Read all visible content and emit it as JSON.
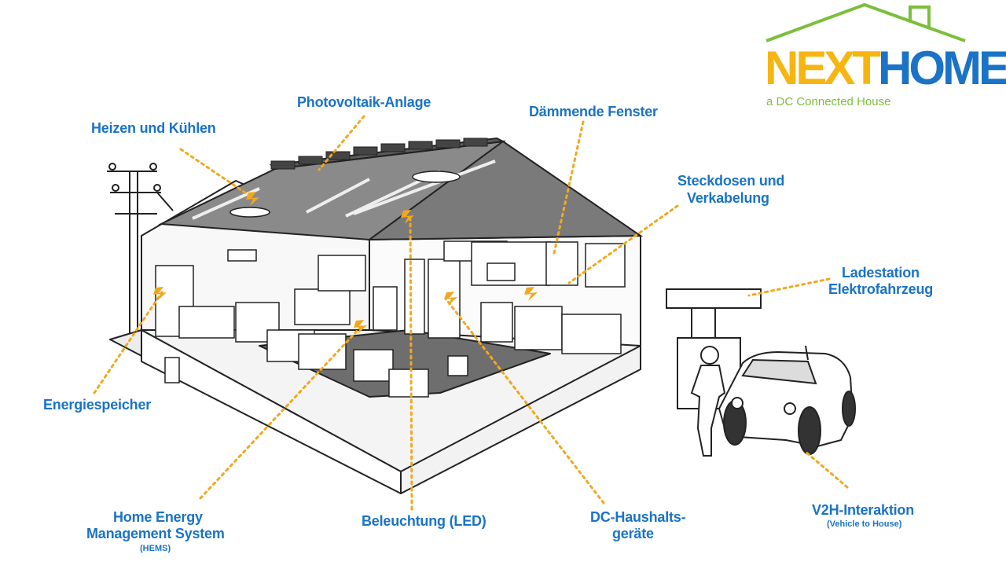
{
  "logo": {
    "word1": "NEXT",
    "word2": "HOME",
    "tagline": "a DC Connected House",
    "colors": {
      "next": "#f7b512",
      "home": "#1a73c6",
      "roof": "#7bbf3b"
    }
  },
  "labels": {
    "heizen": "Heizen und Kühlen",
    "pv": "Photovoltaik-Anlage",
    "fenster": "Dämmende Fenster",
    "steckdosen_1": "Steckdosen und",
    "steckdosen_2": "Verkabelung",
    "ladestation_1": "Ladestation",
    "ladestation_2": "Elektrofahrzeug",
    "energiespeicher": "Energiespeicher",
    "hems_1": "Home Energy",
    "hems_2": "Management System",
    "hems_sub": "(HEMS)",
    "led": "Beleuchtung (LED)",
    "dc_1": "DC-Haushalts-",
    "dc_2": "geräte",
    "v2h": "V2H-Interaktion",
    "v2h_sub": "(Vehicle to House)"
  },
  "colors": {
    "label": "#1a73c6",
    "leader": "#f2a81e",
    "line": "#222222",
    "roof": "#7f7f7f"
  }
}
